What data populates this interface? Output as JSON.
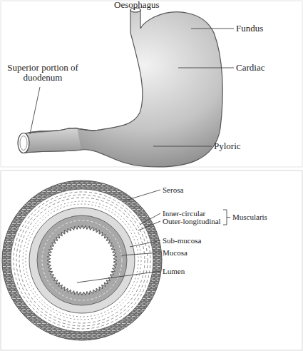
{
  "diagram": {
    "labels": [
      "Oesophagus",
      "Fundus",
      "Cardiac",
      "Superior portion of duodenum",
      "Pyloric",
      "Serosa",
      "Inner-circular",
      "Outer-longitudinal",
      "Muscularis",
      "Sub-mucosa",
      "Mucosa",
      "Lumen"
    ]
  }
}
